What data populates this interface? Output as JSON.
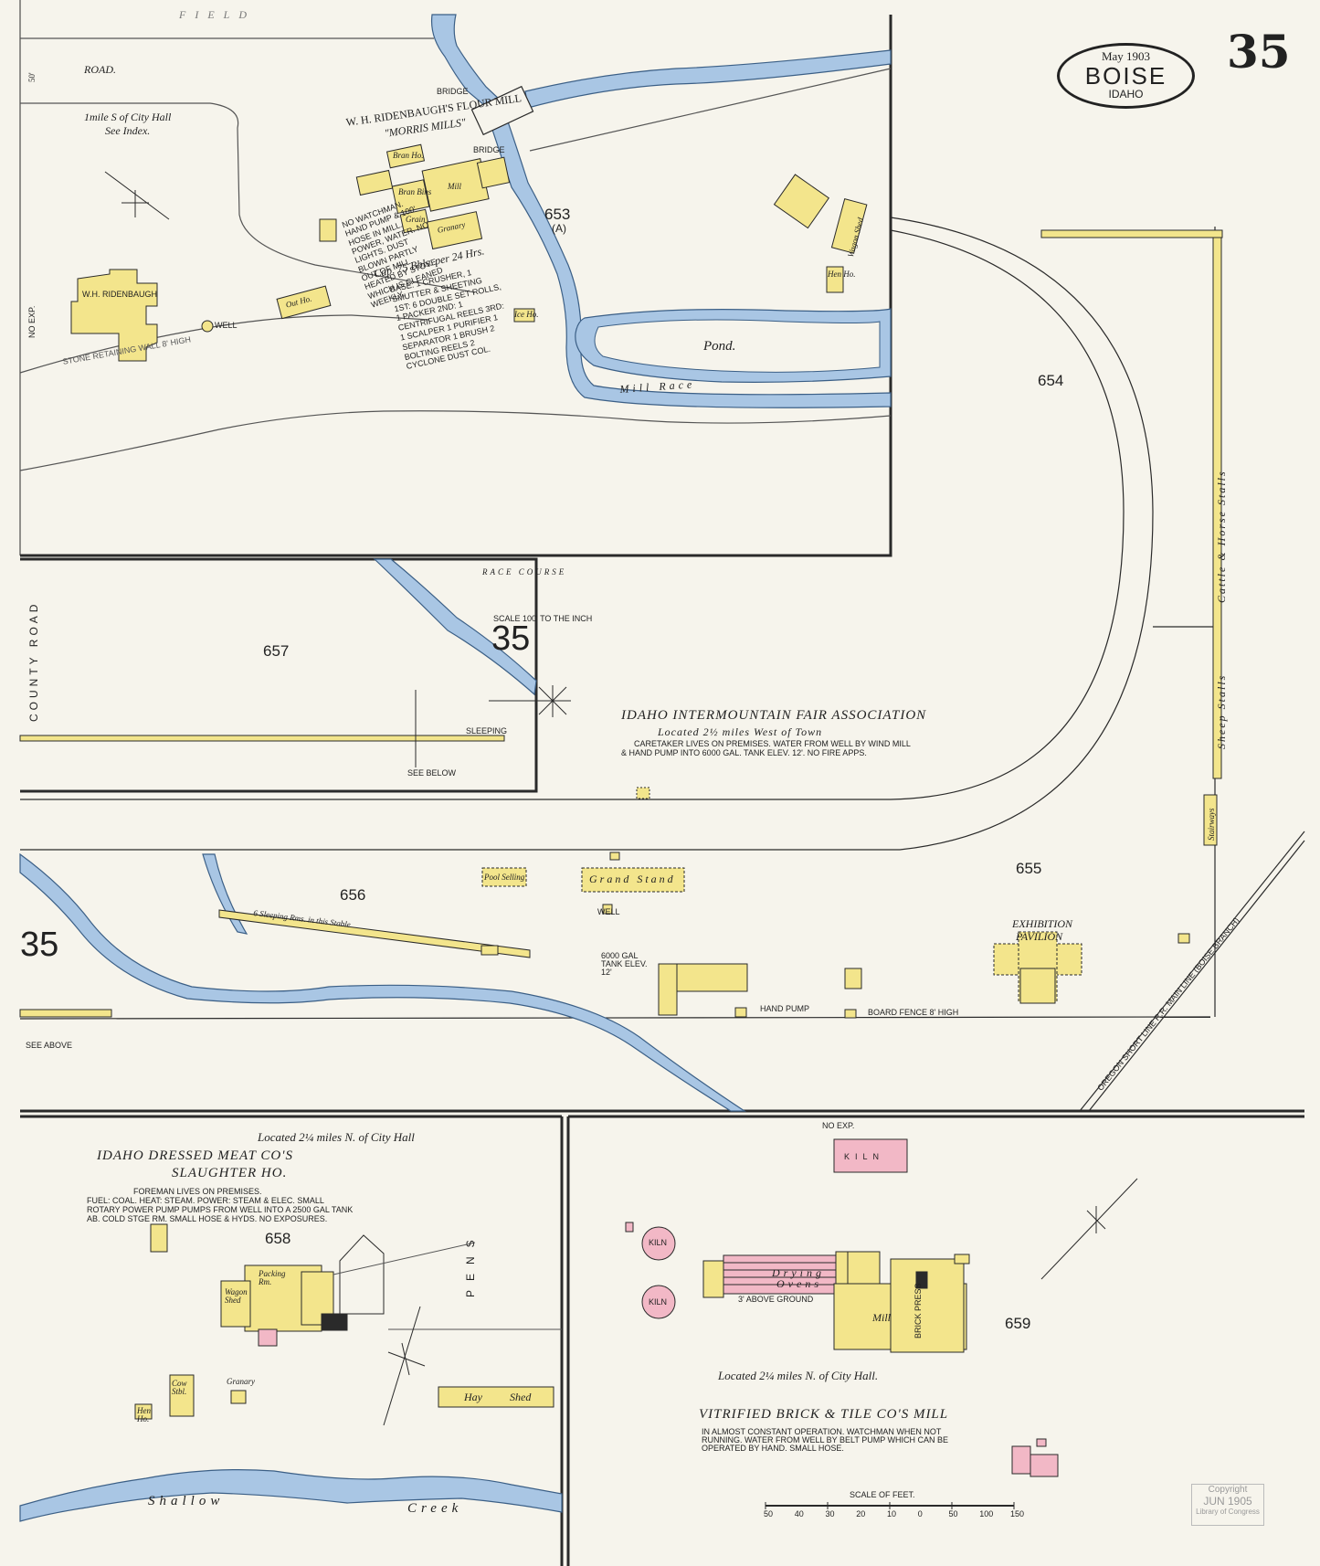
{
  "header": {
    "date": "May 1903",
    "city": "BOISE",
    "state": "IDAHO",
    "page_number": "35"
  },
  "colors": {
    "paper": "#f6f4ec",
    "frame_building": "#f3e58c",
    "brick_building": "#f2b8c6",
    "water": "#a9c6e4",
    "line": "#2a2a2a"
  },
  "top_panel": {
    "field_label": "FIELD",
    "road_label": "ROAD.",
    "width_label": "50'",
    "distance_note_line1": "1mile S of City Hall",
    "distance_note_line2": "See Index.",
    "mill_title": "W. H. RIDENBAUGH'S FLOUR MILL",
    "mill_subtitle": "\"MORRIS MILLS\"",
    "bridge_label": "BRIDGE",
    "bridge_label_2": "BRIDGE",
    "block_653": "653",
    "block_653_sub": "(A)",
    "pond_label": "Pond.",
    "mill_race_label": "Mill  Race",
    "residence_label": "W.H. RIDENBAUGH",
    "out_ho": "Out Ho.",
    "granary": "Granary",
    "mill": "Mill",
    "bran_ho": "Bran Ho.",
    "grain_bins": "Bran Bins",
    "grain": "Grain",
    "ice_ho": "Ice Ho.",
    "hen_ho": "Hen Ho.",
    "wash_shed": "Wagon Shed",
    "well": "WELL",
    "no_exp": "NO EXP.",
    "fence_note": "STONE RETAINING WALL 8' HIGH",
    "mill_notes": "NO WATCHMAN. HAND PUMP & 100' HOSE IN MILL. POWER, WATER. NO LIGHTS. DUST BLOWN PARTLY OUT OF MILL. HEATED BY STOVE WHICH IS CLEANED WEEKLY.",
    "capacity": "Cap. 75 Bbls. per 24 Hrs.",
    "machinery_list": "BASE: 1 CRUSHER, 1 SMUTTER & SHEETING  1ST: 6 DOUBLE SET ROLLS, 1 PACKER  2ND: 1 CENTRIFUGAL REELS  3RD: 1 SCALPER  1 PURIFIER  1 SEPARATOR  1 BRUSH  2 BOLTING REELS  2 CYCLONE DUST COL."
  },
  "middle": {
    "block_654": "654",
    "block_655": "655",
    "block_656": "656",
    "block_657": "657",
    "county_road": "COUNTY ROAD",
    "race_course": "RACE COURSE",
    "scale_note": "SCALE 100' TO THE INCH",
    "sheet_ref_1": "35",
    "sheet_ref_2": "35",
    "see_below": "SEE BELOW",
    "see_above": "SEE ABOVE",
    "fair_title": "IDAHO INTERMOUNTAIN FAIR ASSOCIATION",
    "fair_location": "Located 2½ miles West of Town",
    "fair_note_1": "CARETAKER LIVES ON PREMISES. WATER FROM WELL BY WIND MILL",
    "fair_note_2": "& HAND PUMP INTO 6000 GAL. TANK ELEV. 12'. NO FIRE APPS.",
    "stalls_label": "Cattle & Horse Stalls",
    "sheep_stalls": "Sheep Stalls",
    "grand_stand": "Grand Stand",
    "pool_selling": "Pool Selling",
    "stairs": "Stairways",
    "exhibition": "EXHIBITION",
    "pavilion": "PAVILION",
    "sleeping_rms": "6 Sleeping Rms. in this Stable",
    "fence_label": "BOARD FENCE 8' HIGH",
    "railway_label": "OREGON SHORT LINE R.R. MAIN LINE (BOISE BRANCH)",
    "hand_pump": "HAND PUMP",
    "well": "WELL",
    "tank": "6000 GAL TANK ELEV. 12'",
    "sleeping": "SLEEPING"
  },
  "bottom_left": {
    "location": "Located 2¼ miles N. of City Hall",
    "title_1": "IDAHO DRESSED MEAT CO'S",
    "title_2": "SLAUGHTER HO.",
    "notes_1": "FOREMAN LIVES ON PREMISES.",
    "notes_2": "FUEL: COAL. HEAT: STEAM. POWER: STEAM & ELEC. SMALL",
    "notes_3": "ROTARY POWER PUMP PUMPS FROM WELL INTO A 2500 GAL TANK",
    "notes_4": "AB. COLD STGE RM. SMALL HOSE & HYDS. NO EXPOSURES.",
    "block_658": "658",
    "packing_rm": "Packing Rm.",
    "wagon_shed": "Wagon Shed",
    "granary": "Granary",
    "pens": "PENS",
    "hay_shed_1": "Hay",
    "hay_shed_2": "Shed",
    "creek_1": "Shallow",
    "creek_2": "Creek",
    "cow_stbl": "Cow Stbl.",
    "hen_ho": "Hen Ho."
  },
  "bottom_right": {
    "no_exp": "NO EXP.",
    "kiln_top": "KILN",
    "kiln_1": "KILN",
    "kiln_2": "KILN",
    "drying_ovens_1": "Drying",
    "drying_ovens_2": "Ovens",
    "drying_note": "3' ABOVE GROUND",
    "mill": "Mill",
    "brick_press": "BRICK PRESS",
    "block_659": "659",
    "location": "Located 2¼ miles N. of City Hall.",
    "title": "VITRIFIED BRICK & TILE CO'S MILL",
    "notes_1": "IN ALMOST CONSTANT OPERATION. WATCHMAN WHEN NOT",
    "notes_2": "RUNNING. WATER FROM WELL BY BELT PUMP WHICH CAN BE",
    "notes_3": "OPERATED BY HAND. SMALL HOSE.",
    "scale_title": "SCALE OF FEET.",
    "scale_ticks": [
      "50",
      "40",
      "30",
      "20",
      "10",
      "0",
      "50",
      "100",
      "150"
    ],
    "stamp_1": "Copyright",
    "stamp_2": "JUN 1905",
    "stamp_3": "Library of Congress"
  }
}
